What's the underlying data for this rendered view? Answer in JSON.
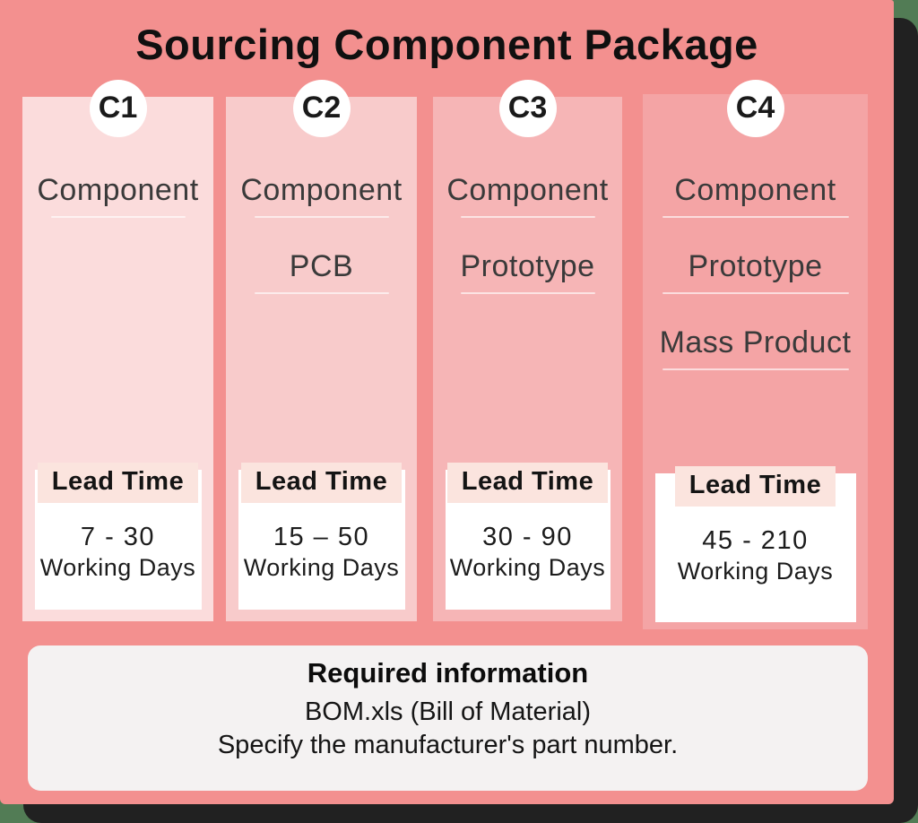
{
  "title": "Sourcing Component Package",
  "columns": [
    {
      "badge": "C1",
      "items": [
        "Component"
      ],
      "lead_time_label": "Lead Time",
      "range": "7 - 30",
      "unit": "Working Days"
    },
    {
      "badge": "C2",
      "items": [
        "Component",
        "PCB"
      ],
      "lead_time_label": "Lead Time",
      "range": "15 – 50",
      "unit": "Working Days"
    },
    {
      "badge": "C3",
      "items": [
        "Component",
        "Prototype"
      ],
      "lead_time_label": "Lead Time",
      "range": "30 - 90",
      "unit": "Working Days"
    },
    {
      "badge": "C4",
      "items": [
        "Component",
        "Prototype",
        "Mass Product"
      ],
      "lead_time_label": "Lead Time",
      "range": "45 - 210",
      "unit": "Working Days"
    }
  ],
  "required_info": {
    "title": "Required information",
    "lines": [
      "BOM.xls (Bill of Material)",
      "Specify the manufacturer's part number."
    ]
  },
  "colors": {
    "backdrop_green": "#527c55",
    "shadow": "#212121",
    "card_pink": "#f3908f",
    "panel_c1": "#fbdcdc",
    "panel_c2": "#f8cbcb",
    "panel_c3": "#f6b5b6",
    "panel_c4": "#f4a4a5",
    "badge_bg": "#ffffff",
    "lead_highlight": "#fbe4de",
    "info_bg": "#f4f2f2",
    "text_dark": "#101010"
  }
}
